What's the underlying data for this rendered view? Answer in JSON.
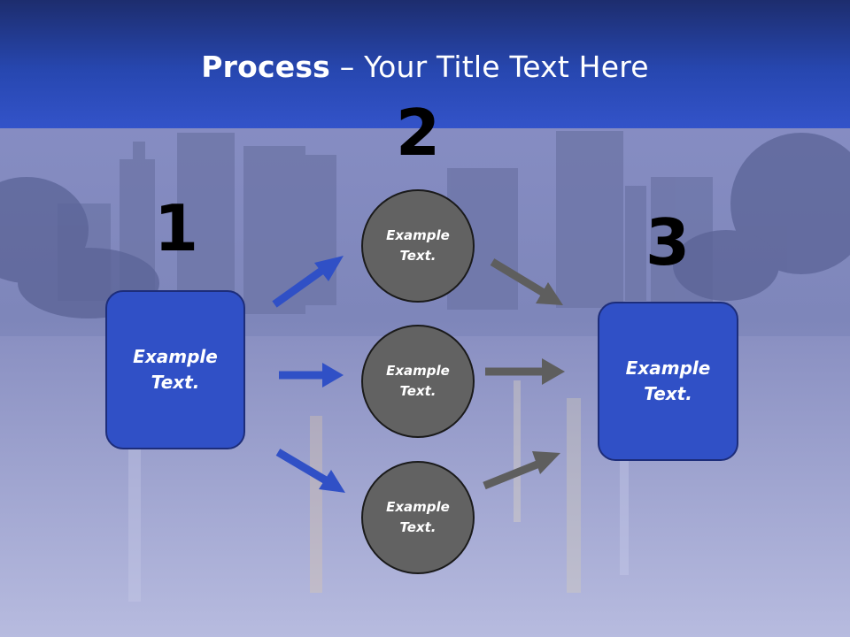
{
  "header": {
    "title_bold": "Process",
    "title_rest": " – Your Title Text Here"
  },
  "steps": {
    "one": "1",
    "two": "2",
    "three": "3"
  },
  "nodes": {
    "left_box": "Example Text.",
    "circle_top": "Example Text.",
    "circle_middle": "Example Text.",
    "circle_bottom": "Example Text.",
    "right_box": "Example Text."
  },
  "colors": {
    "header": "#2747b0",
    "box_fill": "#3050c6",
    "circle_fill": "#626262",
    "blue_arrow": "#3050c6",
    "gray_arrow": "#5e5e5e"
  }
}
